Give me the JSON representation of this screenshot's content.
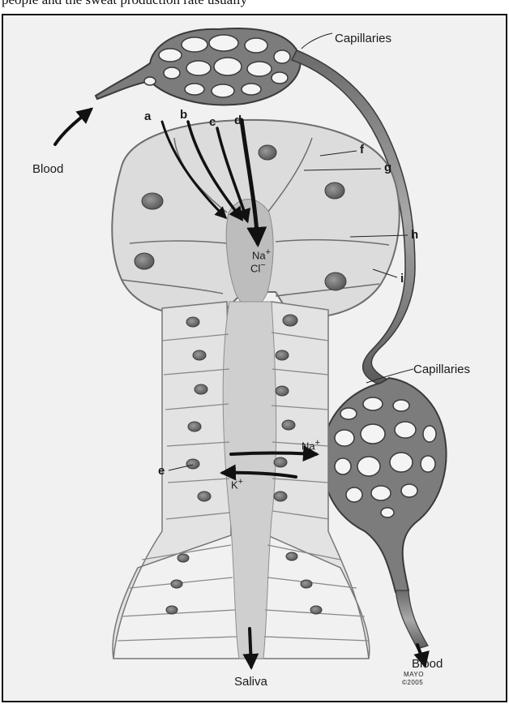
{
  "header_text": "people and the sweat production rate usually",
  "labels": {
    "capillaries_top": "Capillaries",
    "capillaries_right": "Capillaries",
    "blood_left": "Blood",
    "blood_right": "Blood",
    "saliva": "Saliva",
    "a": "a",
    "b": "b",
    "c": "c",
    "d": "d",
    "e": "e",
    "f": "f",
    "g": "g",
    "h": "h",
    "i": "i",
    "na_top": "Na",
    "cl_top": "Cl",
    "na_right": "Na",
    "k_left": "K",
    "plus_1": "+",
    "minus_1": "−",
    "plus_2": "+",
    "plus_3": "+",
    "credit_1": "MAYO",
    "credit_2": "©2005"
  }
}
